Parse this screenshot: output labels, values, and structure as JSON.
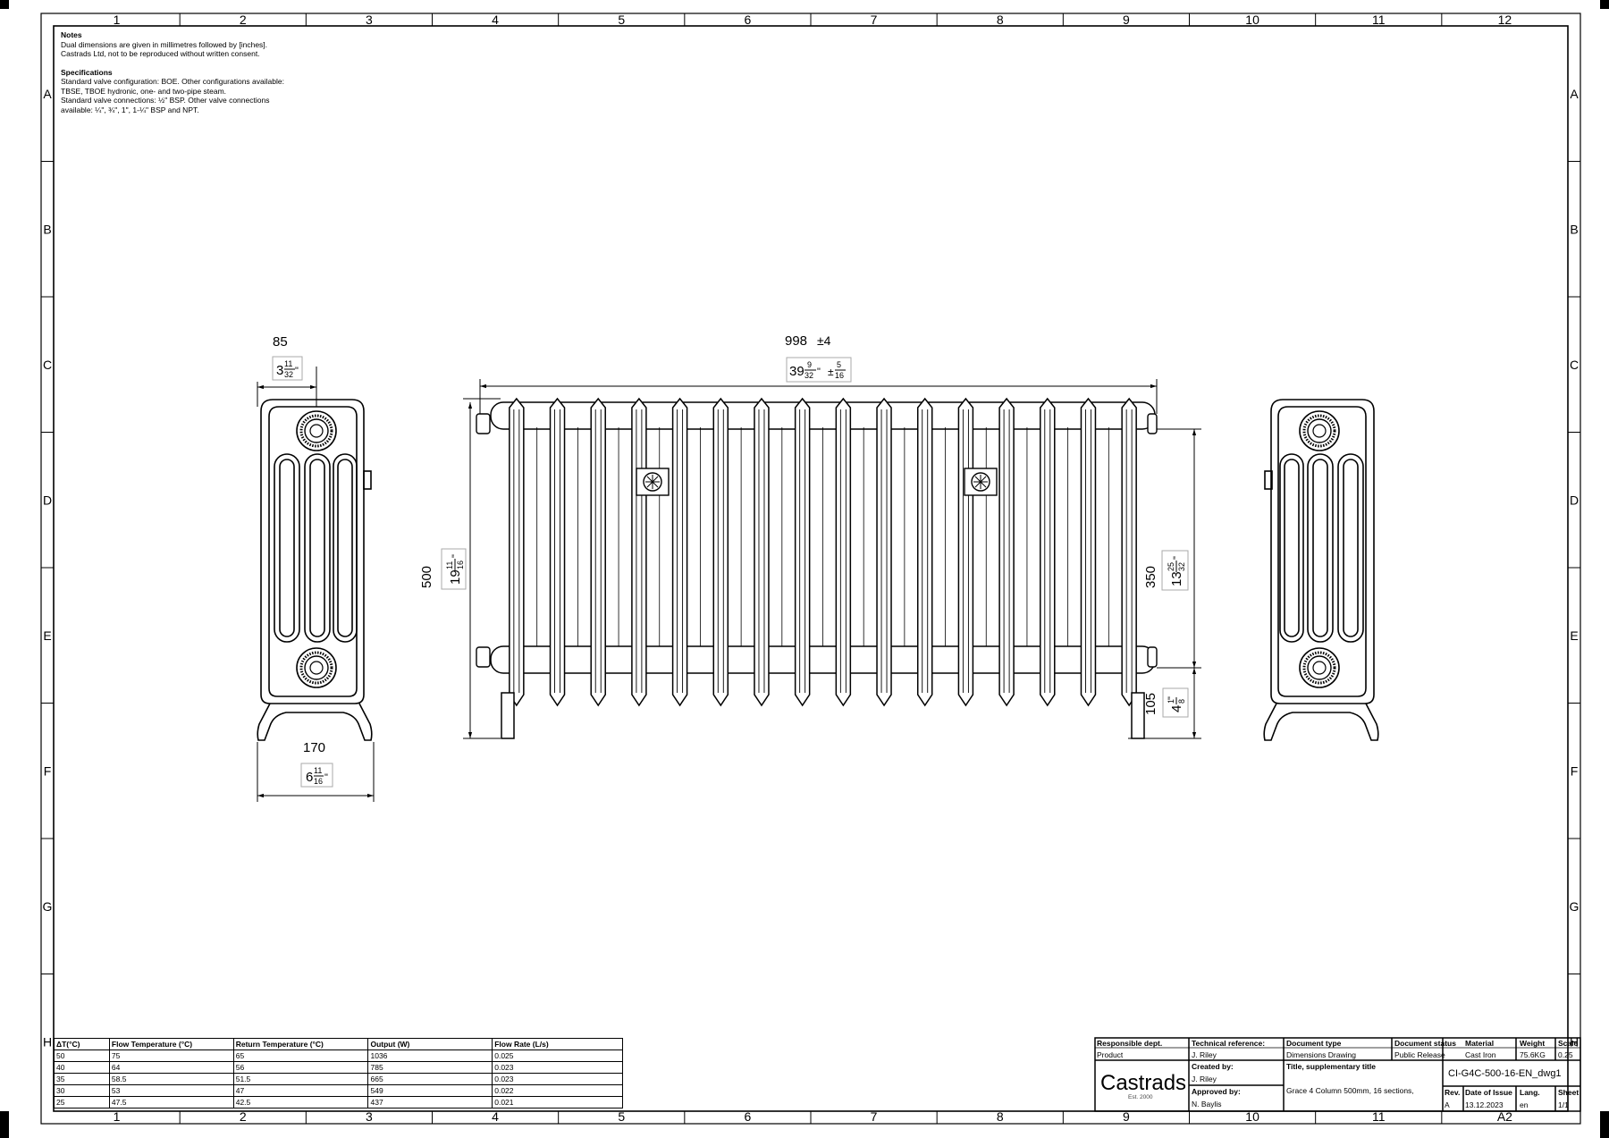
{
  "grid": {
    "columns": [
      "1",
      "2",
      "3",
      "4",
      "5",
      "6",
      "7",
      "8",
      "9",
      "10",
      "11",
      "12"
    ],
    "bottom_columns": [
      "1",
      "2",
      "3",
      "4",
      "5",
      "6",
      "7",
      "8",
      "9",
      "10",
      "11",
      "A2"
    ],
    "rows": [
      "A",
      "B",
      "C",
      "D",
      "E",
      "F",
      "G",
      "H"
    ]
  },
  "notes": {
    "heading": "Notes",
    "lines": [
      "Dual dimensions are given in millimetres followed by [inches].",
      "Castrads Ltd, not to be reproduced without written consent."
    ],
    "spec_heading": "Specifications",
    "spec_lines": [
      "Standard valve configuration: BOE. Other configurations available:",
      "TBSE, TBOE hydronic, one- and two-pipe steam.",
      "Standard valve connections: ½\" BSP. Other valve connections",
      "available: ¼\", ¾\", 1\", 1-¼\" BSP and NPT."
    ]
  },
  "dimensions": {
    "side_depth_mm": "85",
    "side_depth_in_whole": "3",
    "side_depth_in_num": "11",
    "side_depth_in_den": "32",
    "foot_width_mm": "170",
    "foot_width_in_whole": "6",
    "foot_width_in_num": "11",
    "foot_width_in_den": "16",
    "width_mm": "998",
    "width_tol_mm": "±4",
    "width_in_whole": "39",
    "width_in_num": "9",
    "width_in_den": "32",
    "width_tol_in_prefix": "±",
    "width_tol_in_num": "5",
    "width_tol_in_den": "16",
    "height_mm": "500",
    "height_in_whole": "19",
    "height_in_num": "11",
    "height_in_den": "16",
    "centres_mm": "350",
    "centres_in_whole": "13",
    "centres_in_num": "25",
    "centres_in_den": "32",
    "floor_mm": "105",
    "floor_in_whole": "4",
    "floor_in_num": "1",
    "floor_in_den": "8",
    "inch_mark": "\""
  },
  "radiator": {
    "sections": 16
  },
  "performance_table": {
    "headers": [
      "ΔT(°C)",
      "Flow Temperature (°C)",
      "Return Temperature (°C)",
      "Output (W)",
      "Flow Rate (L/s)"
    ],
    "rows": [
      [
        "50",
        "75",
        "65",
        "1036",
        "0.025"
      ],
      [
        "40",
        "64",
        "56",
        "785",
        "0.023"
      ],
      [
        "35",
        "58.5",
        "51.5",
        "665",
        "0.023"
      ],
      [
        "30",
        "53",
        "47",
        "549",
        "0.022"
      ],
      [
        "25",
        "47.5",
        "42.5",
        "437",
        "0.021"
      ]
    ]
  },
  "title_block": {
    "responsible_dept_label": "Responsible dept.",
    "responsible_dept": "Product",
    "technical_ref_label": "Technical reference:",
    "technical_ref": "J. Riley",
    "doc_type_label": "Document type",
    "doc_type": "Dimensions Drawing",
    "doc_status_label": "Document status",
    "doc_status": "Public Release",
    "material_label": "Material",
    "material": "Cast Iron",
    "weight_label": "Weight",
    "weight": "75.6KG",
    "scale_label": "Scale",
    "scale": "0.25",
    "created_by_label": "Created by:",
    "created_by": "J. Riley",
    "approved_by_label": "Approved by:",
    "approved_by": "N. Baylis",
    "title_label": "Title, supplementary title",
    "title": "Grace 4 Column 500mm, 16 sections,",
    "doc_number": "CI-G4C-500-16-EN_dwg1",
    "rev_label": "Rev.",
    "rev": "A",
    "date_label": "Date of Issue",
    "date": "13.12.2023",
    "lang_label": "Lang.",
    "lang": "en",
    "sheet_label": "Sheet",
    "sheet": "1/1",
    "logo": "Castrads",
    "logo_sub": "Est. 2000"
  }
}
